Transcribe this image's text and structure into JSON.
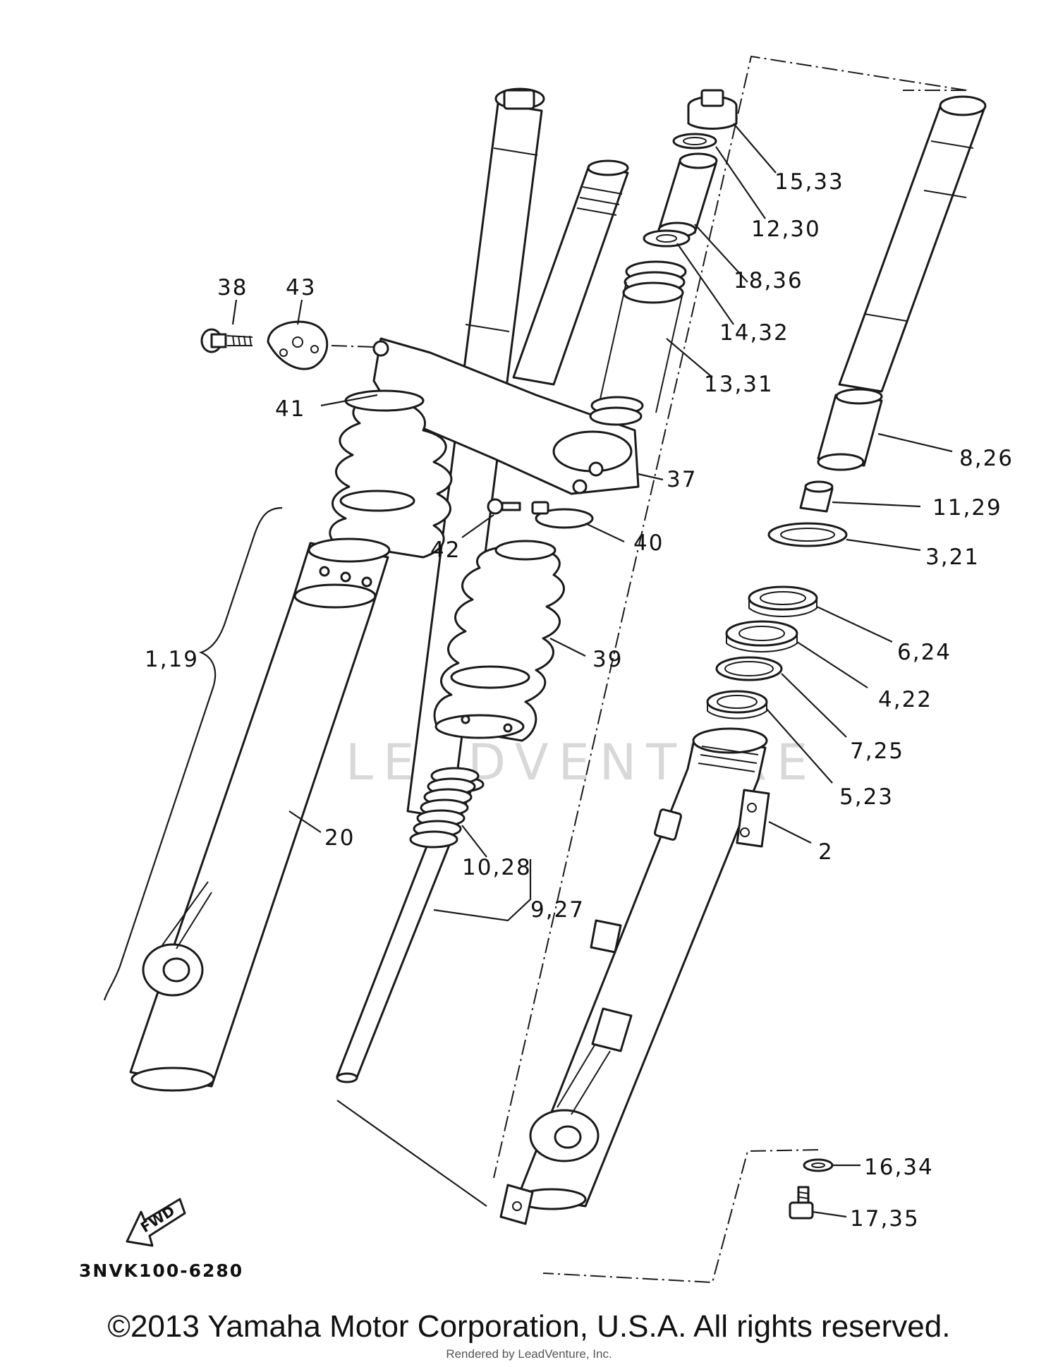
{
  "diagram": {
    "diagram_code": "3NVK100-6280",
    "watermark": "LEADVENTURE",
    "fwd_label": "FWD",
    "callouts": {
      "c_15_33": "15,33",
      "c_12_30": "12,30",
      "c_18_36": "18,36",
      "c_14_32": "14,32",
      "c_13_31": "13,31",
      "c_38": "38",
      "c_43": "43",
      "c_41": "41",
      "c_37": "37",
      "c_8_26": "8,26",
      "c_11_29": "11,29",
      "c_3_21": "3,21",
      "c_42": "42",
      "c_40": "40",
      "c_6_24": "6,24",
      "c_1_19": "1,19",
      "c_39": "39",
      "c_4_22": "4,22",
      "c_7_25": "7,25",
      "c_5_23": "5,23",
      "c_20": "20",
      "c_2": "2",
      "c_10_28": "10,28",
      "c_9_27": "9,27",
      "c_16_34": "16,34",
      "c_17_35": "17,35"
    }
  },
  "footer": {
    "copyright": "©2013 Yamaha Motor Corporation, U.S.A. All rights reserved.",
    "rendered_by": "Rendered by LeadVenture, Inc."
  }
}
